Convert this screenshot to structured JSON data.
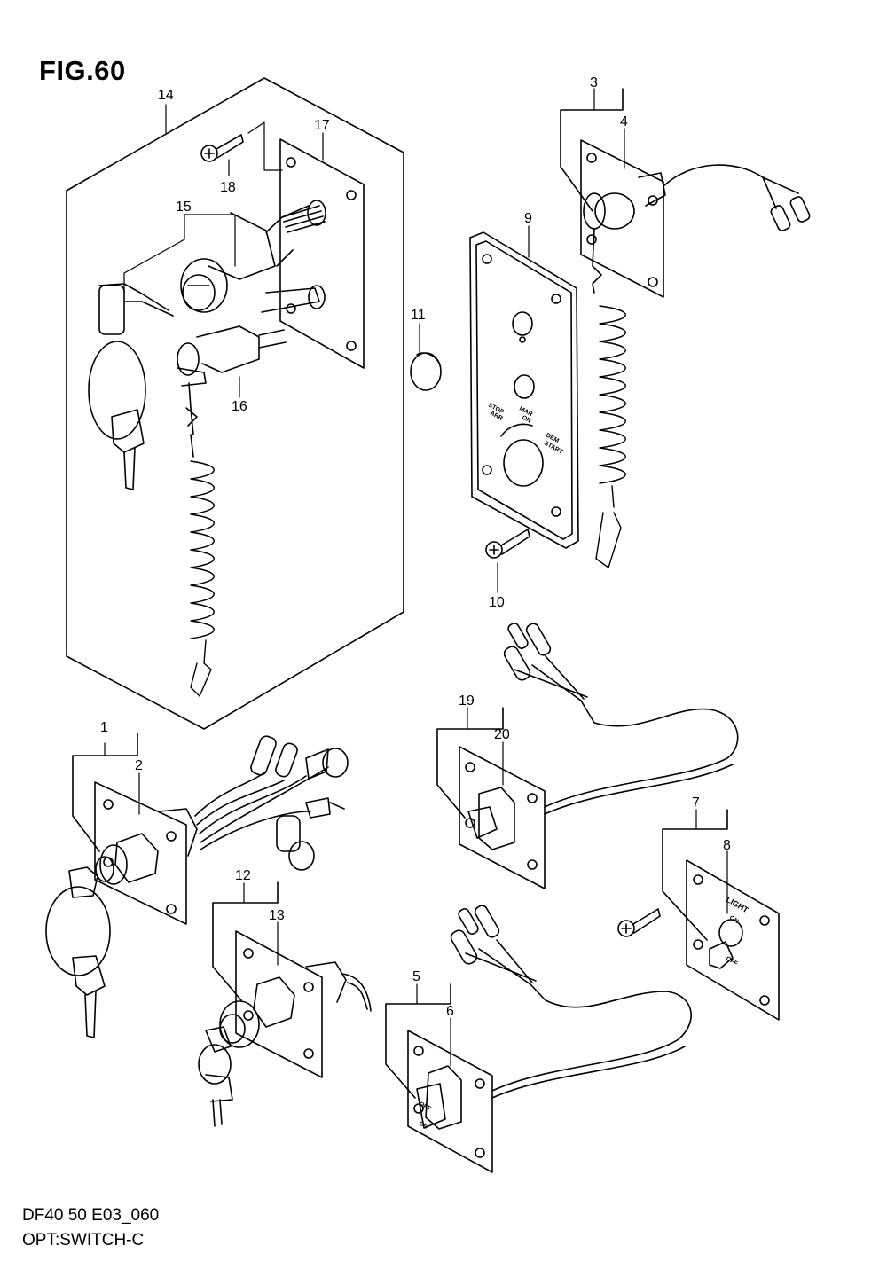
{
  "figure": {
    "title": "FIG.60",
    "code": "DF40 50 E03_060",
    "description": "OPT:SWITCH-C"
  },
  "callouts": [
    {
      "id": "1",
      "label": "1"
    },
    {
      "id": "2",
      "label": "2"
    },
    {
      "id": "3",
      "label": "3"
    },
    {
      "id": "4",
      "label": "4"
    },
    {
      "id": "5",
      "label": "5"
    },
    {
      "id": "6",
      "label": "6"
    },
    {
      "id": "7",
      "label": "7"
    },
    {
      "id": "8",
      "label": "8"
    },
    {
      "id": "9",
      "label": "9"
    },
    {
      "id": "10",
      "label": "10"
    },
    {
      "id": "11",
      "label": "11"
    },
    {
      "id": "12",
      "label": "12"
    },
    {
      "id": "13",
      "label": "13"
    },
    {
      "id": "14",
      "label": "14"
    },
    {
      "id": "15",
      "label": "15"
    },
    {
      "id": "16",
      "label": "16"
    },
    {
      "id": "17",
      "label": "17"
    },
    {
      "id": "18",
      "label": "18"
    },
    {
      "id": "19",
      "label": "19"
    },
    {
      "id": "20",
      "label": "20"
    }
  ],
  "plate9": {
    "stop": "STOP",
    "arr": "ARR",
    "mar": "MAR",
    "on": "ON",
    "dem": "DEM",
    "start": "START"
  },
  "plate8": {
    "light": "LIGHT",
    "on": "ON",
    "off": "OFF"
  },
  "plate6": {
    "off": "OFF",
    "on": "ON"
  }
}
